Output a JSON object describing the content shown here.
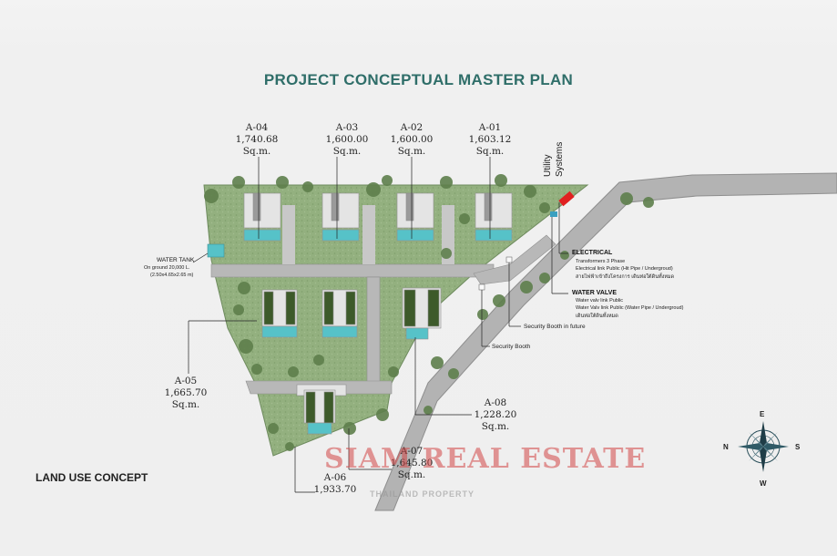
{
  "title": "PROJECT CONCEPTUAL MASTER PLAN",
  "footer": "LAND USE CONCEPT",
  "plots": [
    {
      "id": "A-04",
      "area": "1,740.68",
      "unit": "Sq.m."
    },
    {
      "id": "A-03",
      "area": "1,600.00",
      "unit": "Sq.m."
    },
    {
      "id": "A-02",
      "area": "1,600.00",
      "unit": "Sq.m."
    },
    {
      "id": "A-01",
      "area": "1,603.12",
      "unit": "Sq.m."
    },
    {
      "id": "A-05",
      "area": "1,665.70",
      "unit": "Sq.m."
    },
    {
      "id": "A-08",
      "area": "1,228.20",
      "unit": "Sq.m."
    },
    {
      "id": "A-07",
      "area": "1,645.80",
      "unit": "Sq.m."
    },
    {
      "id": "A-06",
      "area": "1,933.70",
      "unit": ""
    }
  ],
  "utility": {
    "line1": "Utility",
    "line2": "Systems"
  },
  "water_tank": {
    "title": "WATER TANK",
    "line1": "On ground 20,000 L.",
    "line2": "(2.50x4.65x2.65 m)"
  },
  "electrical": {
    "title": "ELECTRICAL",
    "line1": "Transformers 3 Phase",
    "line2": "Electrical link Public (Hit Pipe / Undergroud)",
    "line3": "สายไฟฟ้าเข้าถึงโครงการ เดินท่อใต้ดินทั้งหมด"
  },
  "water_valve": {
    "title": "WATER VALVE",
    "line1": "Water valv link Public",
    "line2": "Water Valv link Public (Water Pipe / Undergroud)",
    "line3": "เดินท่อใต้ดินทั้งหมด"
  },
  "security_future": "Security Booth in future",
  "security_booth": "Security Booth",
  "compass": {
    "n": "N",
    "e": "E",
    "s": "S",
    "w": "W"
  },
  "watermark": {
    "main": "SIAM REAL ESTATE",
    "sub": "THAILAND PROPERTY"
  },
  "colors": {
    "title": "#2f6e69",
    "lawn": "#8fae7c",
    "road": "#a9a9a9",
    "pool": "#56c2c8",
    "marker": "#e02020"
  }
}
